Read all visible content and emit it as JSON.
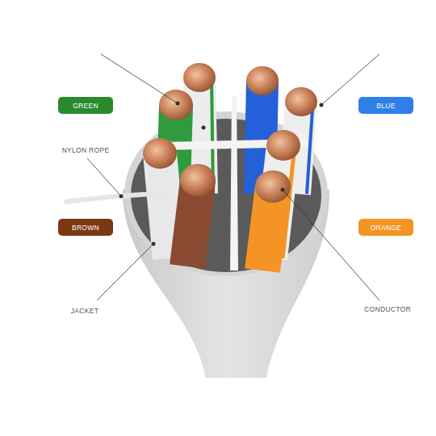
{
  "diagram": {
    "nodes": [
      {
        "text": [
          "GREEN"
        ]
      },
      {
        "text": [
          "BLUE"
        ]
      },
      {
        "text": [
          "BROWN"
        ]
      },
      {
        "text": [
          "ORANGE"
        ]
      }
    ],
    "labels": [
      "NYLON ROPE",
      "JACKET",
      "CONDUCTOR"
    ]
  }
}
